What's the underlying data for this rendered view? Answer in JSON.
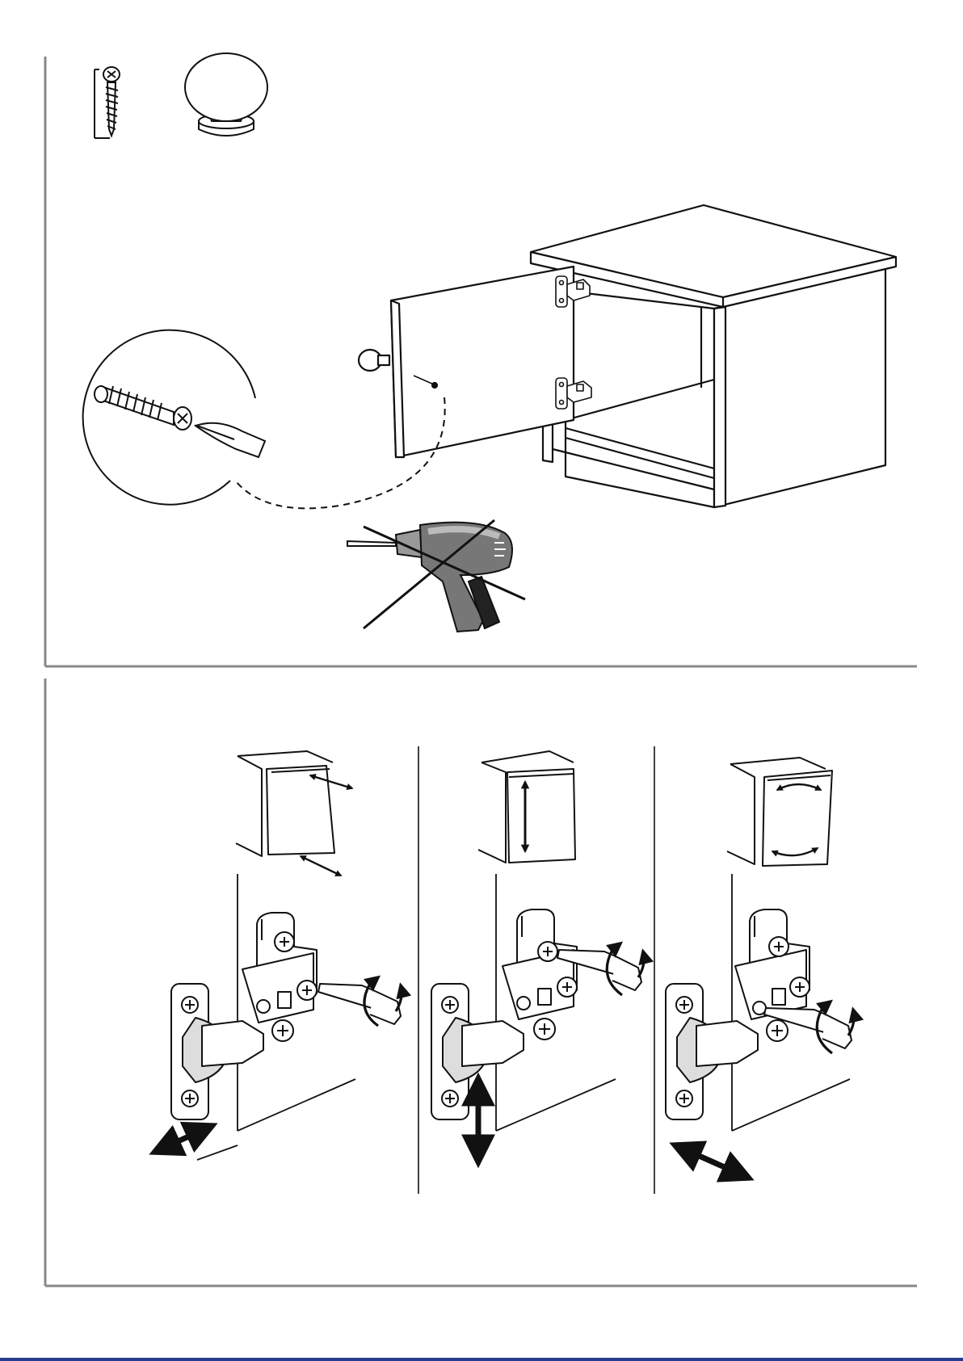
{
  "page": {
    "background": "#ffffff",
    "line_color": "#1a1a1a",
    "frame_color": "#888888",
    "bottom_rule_color": "#2a3a8f"
  },
  "step1": {
    "parts": [
      {
        "name": "screw",
        "icon": "screw-icon"
      },
      {
        "name": "knob",
        "icon": "knob-icon"
      }
    ],
    "warning": "no-power-drill-icon"
  },
  "step2": {
    "panels": [
      {
        "adjustment": "depth",
        "icon": "hinge-depth-adjust"
      },
      {
        "adjustment": "height",
        "icon": "hinge-height-adjust"
      },
      {
        "adjustment": "side",
        "icon": "hinge-side-adjust"
      }
    ]
  }
}
